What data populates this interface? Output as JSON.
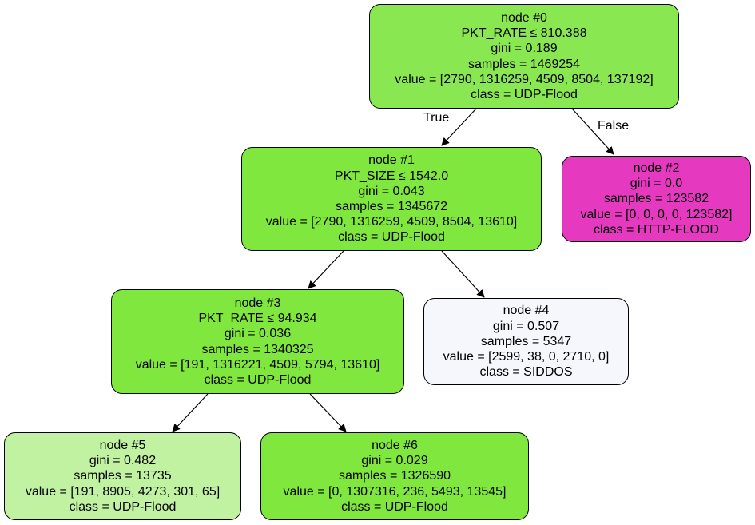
{
  "colors": {
    "udp_dark": "#7fe73e",
    "udp_root": "#89e852",
    "udp_light": "#c1f2a2",
    "http_flood": "#e539c0",
    "siddos": "#f6f7fd",
    "edge": "#000000"
  },
  "edge_labels": {
    "true_label": "True",
    "false_label": "False"
  },
  "nodes": {
    "n0": {
      "id": "node #0",
      "split": "PKT_RATE ≤ 810.388",
      "gini": "gini = 0.189",
      "samples": "samples = 1469254",
      "value": "value = [2790, 1316259, 4509, 8504, 137192]",
      "class": "class = UDP-Flood"
    },
    "n1": {
      "id": "node #1",
      "split": "PKT_SIZE ≤ 1542.0",
      "gini": "gini = 0.043",
      "samples": "samples = 1345672",
      "value": "value = [2790, 1316259, 4509, 8504, 13610]",
      "class": "class = UDP-Flood"
    },
    "n2": {
      "id": "node #2",
      "gini": "gini = 0.0",
      "samples": "samples = 123582",
      "value": "value = [0, 0, 0, 0, 123582]",
      "class": "class = HTTP-FLOOD"
    },
    "n3": {
      "id": "node #3",
      "split": "PKT_RATE ≤ 94.934",
      "gini": "gini = 0.036",
      "samples": "samples = 1340325",
      "value": "value = [191, 1316221, 4509, 5794, 13610]",
      "class": "class = UDP-Flood"
    },
    "n4": {
      "id": "node #4",
      "gini": "gini = 0.507",
      "samples": "samples = 5347",
      "value": "value = [2599, 38, 0, 2710, 0]",
      "class": "class = SIDDOS"
    },
    "n5": {
      "id": "node #5",
      "gini": "gini = 0.482",
      "samples": "samples = 13735",
      "value": "value = [191, 8905, 4273, 301, 65]",
      "class": "class = UDP-Flood"
    },
    "n6": {
      "id": "node #6",
      "gini": "gini = 0.029",
      "samples": "samples = 1326590",
      "value": "value = [0, 1307316, 236, 5493, 13545]",
      "class": "class = UDP-Flood"
    }
  }
}
